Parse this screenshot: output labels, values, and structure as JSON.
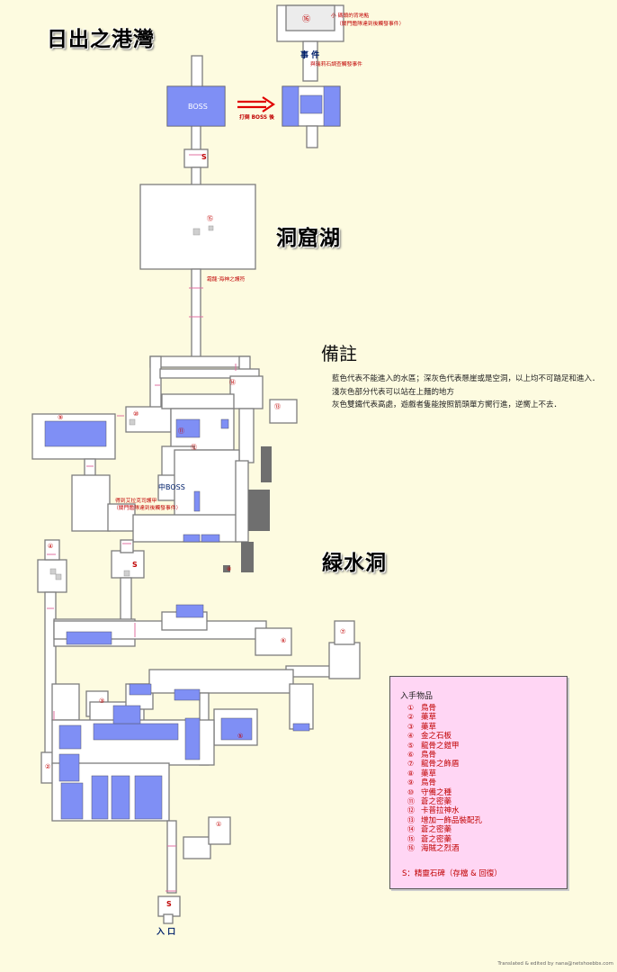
{
  "areas": {
    "harbor": "日出之港灣",
    "cave_lake": "洞窟湖",
    "green_cave": "緑水洞"
  },
  "notes": {
    "heading": "備註",
    "lines": [
      "藍色代表不能進入的水區；深灰色代表懸崖或是空洞，以上均不可踏足和進入．",
      "淺灰色部分代表可以站在上麵的地方",
      "灰色雙鐵代表高處，遊戲者隻能按照箭頭單方嚮行進，逆嚮上不去．"
    ]
  },
  "map_labels": {
    "event": "事 件",
    "boss": "BOSS",
    "defeat_boss": "打倒 BOSS 後",
    "mid_boss": "中BOSS",
    "save": "S",
    "entrance": "入 口"
  },
  "red_notes": {
    "top1": "小 碼頭的背地點",
    "top2": "（關門鑑隊達到後觸發事件）",
    "top3": "與瑞莉石調查觸發事件",
    "lake": "霜龍·海神之護符",
    "mid1": "得到艾拉克司護甲",
    "mid2": "（關門鑑隊達到後觸發事件）"
  },
  "legend": {
    "title": "入手物品",
    "items": [
      {
        "n": "①",
        "name": "鳥骨"
      },
      {
        "n": "②",
        "name": "藥草"
      },
      {
        "n": "③",
        "name": "藥草"
      },
      {
        "n": "④",
        "name": "金之石板"
      },
      {
        "n": "⑤",
        "name": "龍骨之鎧甲"
      },
      {
        "n": "⑥",
        "name": "鳥骨"
      },
      {
        "n": "⑦",
        "name": "龍骨之飾盾"
      },
      {
        "n": "⑧",
        "name": "藥草"
      },
      {
        "n": "⑨",
        "name": "鳥骨"
      },
      {
        "n": "⑩",
        "name": "守備之種"
      },
      {
        "n": "⑪",
        "name": "蒼之密藥"
      },
      {
        "n": "⑫",
        "name": "卡普拉神水"
      },
      {
        "n": "⑬",
        "name": "增加一飾品裝配孔"
      },
      {
        "n": "⑭",
        "name": "蒼之密藥"
      },
      {
        "n": "⑮",
        "name": "蒼之密藥"
      },
      {
        "n": "⑯",
        "name": "海賊之烈酒"
      }
    ],
    "save_note": "S：精靈石碑（存檔 & 回復）"
  },
  "footer": "Translated & edited by nana@netshoebbs.com",
  "colors": {
    "background": "#fdfbe0",
    "floor": "#ffffff",
    "wall": "#7d7d7d",
    "water": "#7f8ff5",
    "cliff": "#6f6f6f",
    "marker": "#c00000",
    "legend_bg": "#ffd6f4"
  }
}
